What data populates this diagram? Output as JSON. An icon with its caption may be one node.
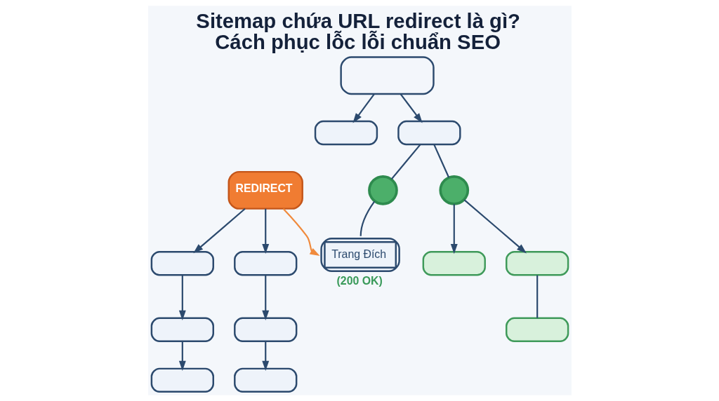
{
  "diagram": {
    "title": "Sitemap chứa URL redirect là gì? Cách phục lỗc lỗi chuẩn SEO",
    "nodes": [
      {
        "text": [],
        "shape": "box"
      },
      {
        "text": [],
        "shape": "box"
      },
      {
        "text": [],
        "shape": "box"
      },
      {
        "text": [
          "REDIRECT"
        ]
      },
      {
        "text": [],
        "shape": "circle"
      },
      {
        "text": [],
        "shape": "circle"
      },
      {
        "text": [],
        "shape": "box"
      },
      {
        "text": [],
        "shape": "box"
      },
      {
        "text": [
          "Trang Đích"
        ],
        "beside": [
          "(200 OK)"
        ]
      },
      {
        "text": [],
        "shape": "box"
      },
      {
        "text": [],
        "shape": "box"
      },
      {
        "text": [],
        "shape": "box"
      },
      {
        "text": [],
        "shape": "box"
      },
      {
        "text": [],
        "shape": "box"
      },
      {
        "text": [],
        "shape": "box"
      },
      {
        "text": [],
        "shape": "box"
      }
    ],
    "edges": [
      {
        "from": 0,
        "to": 1,
        "arrow": "to"
      },
      {
        "from": 0,
        "to": 2,
        "arrow": "to"
      },
      {
        "from": 3,
        "to": 6,
        "arrow": "to"
      },
      {
        "from": 3,
        "to": 7,
        "arrow": "to"
      },
      {
        "from": 3,
        "to": 8,
        "arrow": "to",
        "color": "#f08a3c"
      },
      {
        "from": 2,
        "to": 4,
        "arrow": "none"
      },
      {
        "from": 2,
        "to": 5,
        "arrow": "none"
      },
      {
        "from": 4,
        "to": 8,
        "arrow": "none"
      },
      {
        "from": 5,
        "to": 9,
        "arrow": "to"
      },
      {
        "from": 5,
        "to": 12,
        "arrow": "to"
      },
      {
        "from": 6,
        "to": 10,
        "arrow": "to"
      },
      {
        "from": 7,
        "to": 11,
        "arrow": "to"
      },
      {
        "from": 10,
        "to": 13,
        "arrow": "to"
      },
      {
        "from": 11,
        "to": 14,
        "arrow": "to"
      },
      {
        "from": 12,
        "to": 15,
        "arrow": "none"
      }
    ]
  }
}
